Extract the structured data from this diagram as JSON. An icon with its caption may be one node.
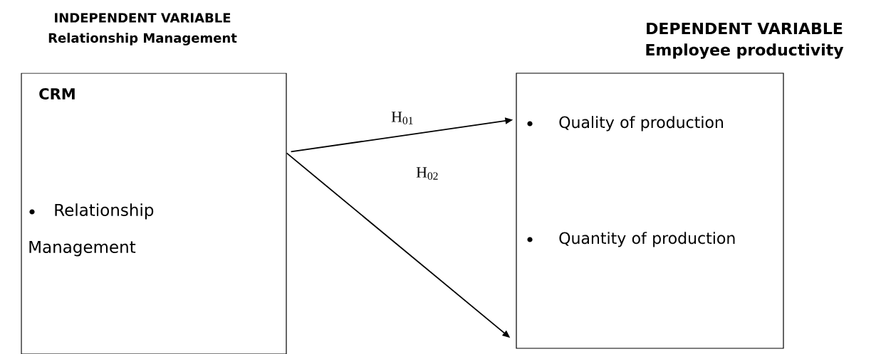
{
  "diagram": {
    "nodes": [
      {
        "text": [
          "INDEPENDENT VARIABLE",
          "Relationship Management",
          "CRM",
          "Relationship Management"
        ]
      },
      {
        "text": [
          "DEPENDENT VARIABLE",
          "Employee productivity",
          "Quality of production",
          "Quantity of production"
        ]
      }
    ],
    "edges": [
      {
        "from": 0,
        "to": 1,
        "arrow": "to",
        "label": "H$_{01}$"
      },
      {
        "from": 0,
        "to": 1,
        "arrow": "to",
        "label": "H$_{02}$"
      }
    ]
  }
}
